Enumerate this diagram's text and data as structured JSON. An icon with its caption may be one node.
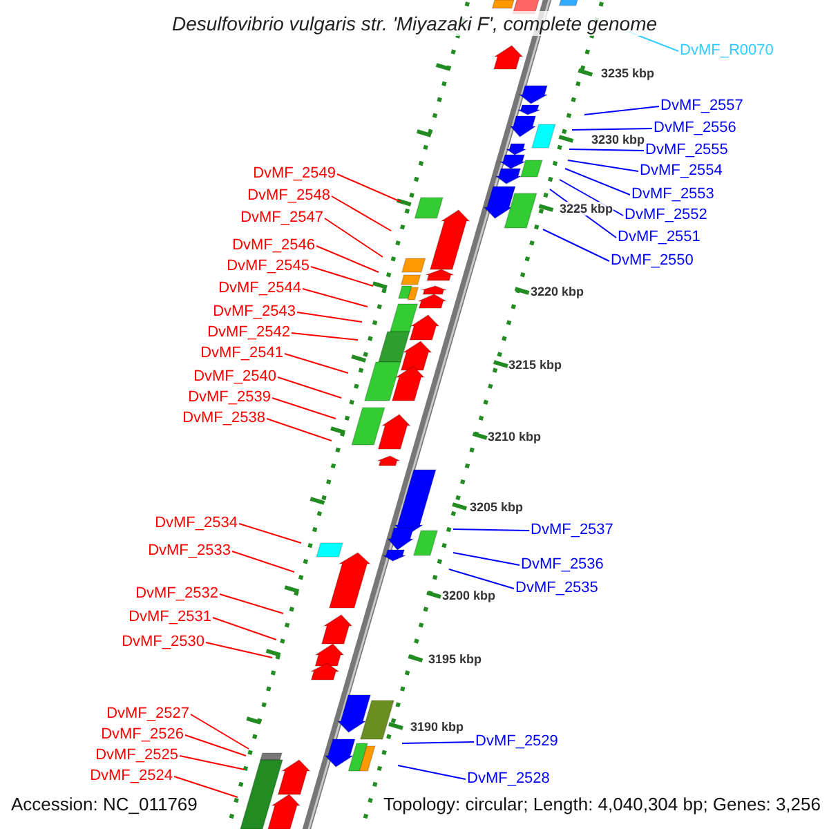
{
  "diagram": {
    "title": "Desulfovibrio vulgaris str. 'Miyazaki F', complete genome",
    "nodes": [
      {
        "text": [
          "DvMF_R0070"
        ]
      },
      {
        "text": [
          "DvMF_2557"
        ]
      },
      {
        "text": [
          "DvMF_2556"
        ]
      },
      {
        "text": [
          "DvMF_2555"
        ]
      },
      {
        "text": [
          "DvMF_2554"
        ]
      },
      {
        "text": [
          "DvMF_2553"
        ]
      },
      {
        "text": [
          "DvMF_2552"
        ]
      },
      {
        "text": [
          "DvMF_2551"
        ]
      },
      {
        "text": [
          "DvMF_2550"
        ]
      },
      {
        "text": [
          "DvMF_2549"
        ]
      },
      {
        "text": [
          "DvMF_2548"
        ]
      },
      {
        "text": [
          "DvMF_2547"
        ]
      },
      {
        "text": [
          "DvMF_2546"
        ]
      },
      {
        "text": [
          "DvMF_2545"
        ]
      },
      {
        "text": [
          "DvMF_2544"
        ]
      },
      {
        "text": [
          "DvMF_2543"
        ]
      },
      {
        "text": [
          "DvMF_2542"
        ]
      },
      {
        "text": [
          "DvMF_2541"
        ]
      },
      {
        "text": [
          "DvMF_2540"
        ]
      },
      {
        "text": [
          "DvMF_2539"
        ]
      },
      {
        "text": [
          "DvMF_2538"
        ]
      },
      {
        "text": [
          "DvMF_2537"
        ]
      },
      {
        "text": [
          "DvMF_2536"
        ]
      },
      {
        "text": [
          "DvMF_2535"
        ]
      },
      {
        "text": [
          "DvMF_2534"
        ]
      },
      {
        "text": [
          "DvMF_2533"
        ]
      },
      {
        "text": [
          "DvMF_2532"
        ]
      },
      {
        "text": [
          "DvMF_2531"
        ]
      },
      {
        "text": [
          "DvMF_2530"
        ]
      },
      {
        "text": [
          "DvMF_2529"
        ]
      },
      {
        "text": [
          "DvMF_2528"
        ]
      },
      {
        "text": [
          "DvMF_2527"
        ]
      },
      {
        "text": [
          "DvMF_2526"
        ]
      },
      {
        "text": [
          "DvMF_2525"
        ]
      },
      {
        "text": [
          "DvMF_2524"
        ]
      }
    ],
    "edges": [
      {
        "from": 0,
        "to": null,
        "arrow": "none",
        "color": "#33ccff"
      },
      {
        "from": 1,
        "to": null,
        "arrow": "none",
        "color": "#0000ff"
      },
      {
        "from": 2,
        "to": null,
        "arrow": "none",
        "color": "#0000ff"
      },
      {
        "from": 3,
        "to": null,
        "arrow": "none",
        "color": "#0000ff"
      },
      {
        "from": 4,
        "to": null,
        "arrow": "none",
        "color": "#0000ff"
      },
      {
        "from": 5,
        "to": null,
        "arrow": "none",
        "color": "#0000ff"
      },
      {
        "from": 6,
        "to": null,
        "arrow": "none",
        "color": "#0000ff"
      },
      {
        "from": 7,
        "to": null,
        "arrow": "none",
        "color": "#0000ff"
      },
      {
        "from": 8,
        "to": null,
        "arrow": "none",
        "color": "#0000ff"
      },
      {
        "from": 9,
        "to": null,
        "arrow": "none"
      },
      {
        "from": 10,
        "to": null,
        "arrow": "none"
      },
      {
        "from": 11,
        "to": null,
        "arrow": "none"
      },
      {
        "from": 12,
        "to": null,
        "arrow": "none"
      },
      {
        "from": 13,
        "to": null,
        "arrow": "none"
      },
      {
        "from": 14,
        "to": null,
        "arrow": "none"
      },
      {
        "from": 15,
        "to": null,
        "arrow": "none"
      },
      {
        "from": 16,
        "to": null,
        "arrow": "none"
      },
      {
        "from": 17,
        "to": null,
        "arrow": "none"
      },
      {
        "from": 18,
        "to": null,
        "arrow": "none"
      },
      {
        "from": 19,
        "to": null,
        "arrow": "none"
      },
      {
        "from": 20,
        "to": null,
        "arrow": "none"
      },
      {
        "from": 21,
        "to": null,
        "arrow": "none",
        "color": "#0000ff"
      },
      {
        "from": 22,
        "to": null,
        "arrow": "none",
        "color": "#0000ff"
      },
      {
        "from": 23,
        "to": null,
        "arrow": "none",
        "color": "#0000ff"
      },
      {
        "from": 24,
        "to": null,
        "arrow": "none"
      },
      {
        "from": 25,
        "to": null,
        "arrow": "none"
      },
      {
        "from": 26,
        "to": null,
        "arrow": "none"
      },
      {
        "from": 27,
        "to": null,
        "arrow": "none"
      },
      {
        "from": 28,
        "to": null,
        "arrow": "none"
      },
      {
        "from": 29,
        "to": null,
        "arrow": "none",
        "color": "#0000ff"
      },
      {
        "from": 30,
        "to": null,
        "arrow": "none",
        "color": "#0000ff"
      },
      {
        "from": 31,
        "to": null,
        "arrow": "none"
      },
      {
        "from": 32,
        "to": null,
        "arrow": "none"
      },
      {
        "from": 33,
        "to": null,
        "arrow": "none"
      },
      {
        "from": 34,
        "to": null,
        "arrow": "none"
      }
    ],
    "labels": [
      "3235 kbp",
      "3230 kbp",
      "3225 kbp",
      "3220 kbp",
      "3215 kbp",
      "3210 kbp",
      "3205 kbp",
      "3200 kbp",
      "3195 kbp",
      "3190 kbp",
      "Accession: NC_011769",
      "Topology: circular; Length: 4,040,304 bp; Genes: 3,256"
    ]
  }
}
